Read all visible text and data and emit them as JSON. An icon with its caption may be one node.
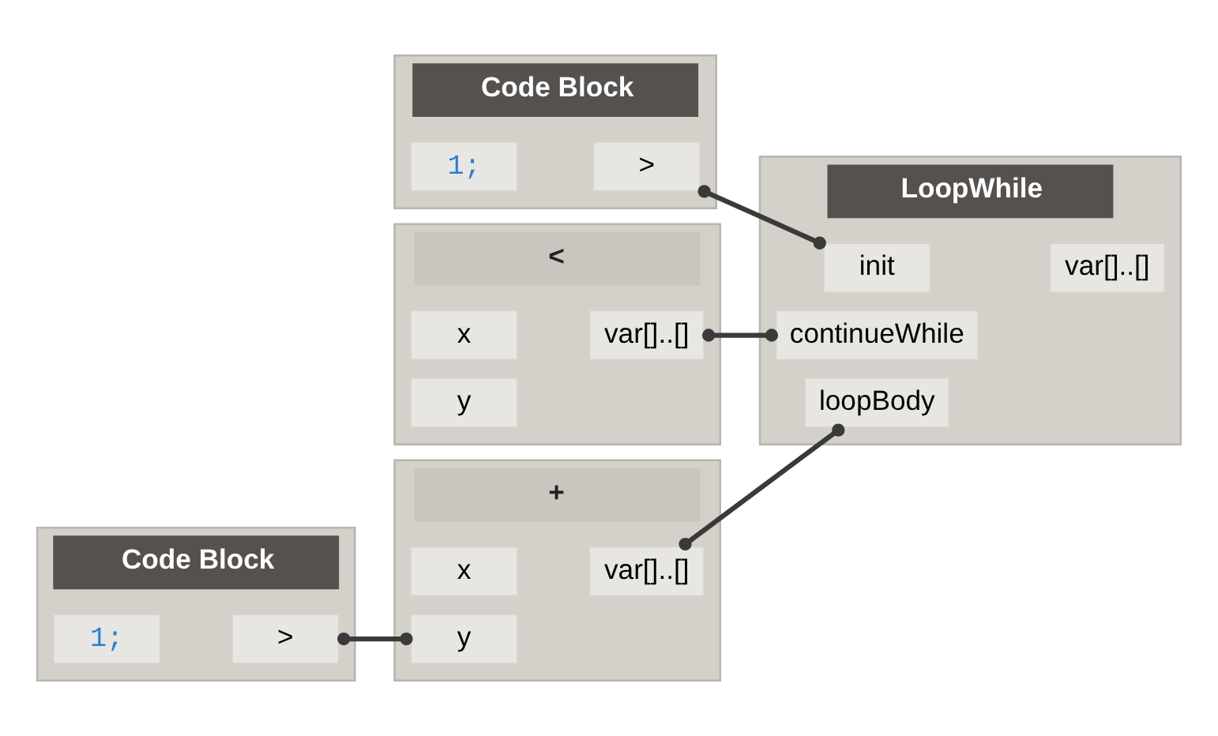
{
  "diagram": {
    "nodes": [
      {
        "text": [
          "Code Block"
        ]
      },
      {
        "text": [
          "1;"
        ],
        "in": 0
      },
      {
        "text": [
          ">"
        ],
        "in": 0
      },
      {
        "text": [
          "LoopWhile"
        ]
      },
      {
        "text": [
          "init"
        ],
        "in": 3
      },
      {
        "text": [
          "continueWhile"
        ],
        "in": 3
      },
      {
        "text": [
          "loopBody"
        ],
        "in": 3
      },
      {
        "text": [
          "var[]..[]"
        ],
        "in": 3
      },
      {
        "text": [
          "<"
        ]
      },
      {
        "text": [
          "x"
        ],
        "in": 8
      },
      {
        "text": [
          "y"
        ],
        "in": 8
      },
      {
        "text": [
          "var[]..[]"
        ],
        "in": 8
      },
      {
        "text": [
          "+"
        ]
      },
      {
        "text": [
          "x"
        ],
        "in": 12
      },
      {
        "text": [
          "y"
        ],
        "in": 12
      },
      {
        "text": [
          "var[]..[]"
        ],
        "in": 12
      },
      {
        "text": [
          "Code Block"
        ]
      },
      {
        "text": [
          "1;"
        ],
        "in": 16
      },
      {
        "text": [
          ">"
        ],
        "in": 16
      }
    ],
    "edges": [
      {
        "from": 2,
        "to": 4,
        "arrow": "other"
      },
      {
        "from": 11,
        "to": 5,
        "arrow": "other"
      },
      {
        "from": 15,
        "to": 6,
        "arrow": "other"
      },
      {
        "from": 18,
        "to": 14,
        "arrow": "other"
      }
    ]
  }
}
